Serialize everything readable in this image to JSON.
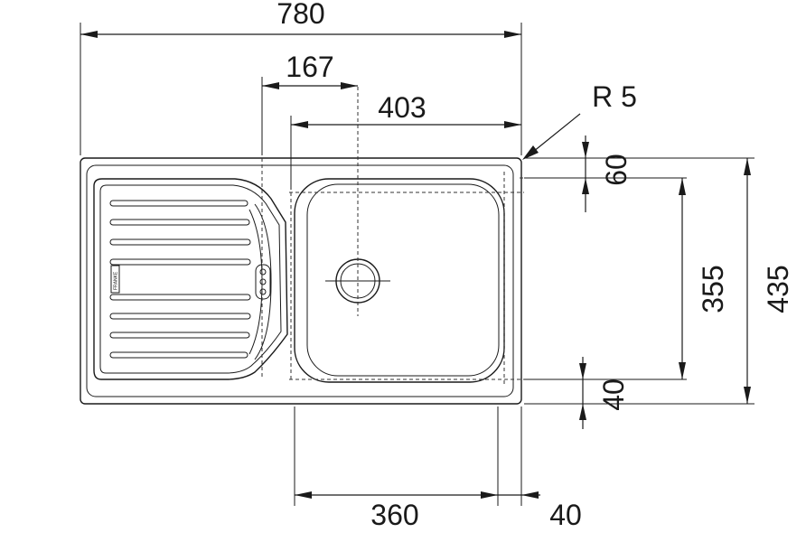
{
  "diagram": {
    "dimensions": {
      "total_width": "780",
      "drainer_to_centre": "167",
      "bowl_width_top": "403",
      "corner_radius": "R 5",
      "top_margin": "60",
      "bowl_depth": "355",
      "total_depth": "435",
      "bottom_margin": "40",
      "bowl_width_bottom": "360",
      "side_margin": "40"
    },
    "brand_mark": "FRANKE",
    "colors": {
      "line": "#1a1a1a",
      "background": "#ffffff"
    }
  }
}
